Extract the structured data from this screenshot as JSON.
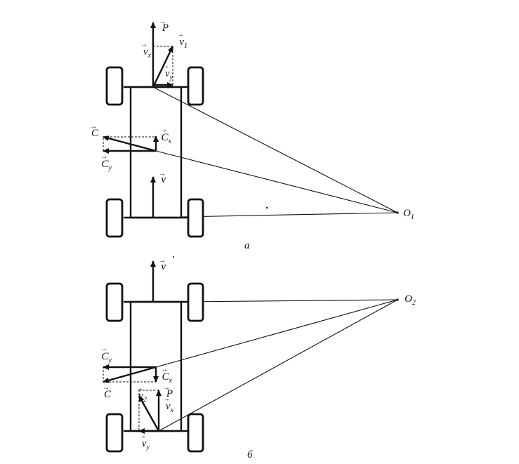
{
  "figure": {
    "panel_a": {
      "caption": "а",
      "center_label": "O",
      "center_sub": "1",
      "vectors": [
        {
          "name": "P",
          "arrow": "→",
          "sub": ""
        },
        {
          "name": "v",
          "arrow": "→",
          "sub": "1"
        },
        {
          "name": "v",
          "arrow": "→",
          "sub": "x"
        },
        {
          "name": "v",
          "arrow": "→",
          "sub": "y"
        },
        {
          "name": "C",
          "arrow": "→",
          "sub": ""
        },
        {
          "name": "C",
          "arrow": "→",
          "sub": "x"
        },
        {
          "name": "C",
          "arrow": "→",
          "sub": "y"
        },
        {
          "name": "v",
          "arrow": "→",
          "sub": ""
        }
      ]
    },
    "panel_b": {
      "caption": "б",
      "center_label": "O",
      "center_sub": "2",
      "vectors": [
        {
          "name": "v",
          "arrow": "→",
          "sub": ""
        },
        {
          "name": "C",
          "arrow": "→",
          "sub": "y"
        },
        {
          "name": "C",
          "arrow": "→",
          "sub": ""
        },
        {
          "name": "C",
          "arrow": "→",
          "sub": "x"
        },
        {
          "name": "v",
          "arrow": "→",
          "sub": "2"
        },
        {
          "name": "P",
          "arrow": "→",
          "sub": ""
        },
        {
          "name": "v",
          "arrow": "→",
          "sub": "x"
        },
        {
          "name": "v",
          "arrow": "→",
          "sub": "y"
        }
      ]
    }
  }
}
